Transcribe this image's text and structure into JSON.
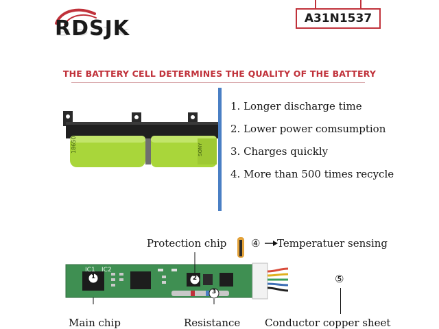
{
  "brand": {
    "name": "RDSJK"
  },
  "model": {
    "code": "A31N1537"
  },
  "headline": "THE BATTERY CELL DETERMINES THE QUALITY OF THE BATTERY",
  "features": [
    "1. Longer discharge time",
    "2. Lower power comsumption",
    "3. Charges quickly",
    "4. More than 500 times recycle"
  ],
  "board": {
    "labels": {
      "protection_chip": "Protection chip",
      "temperature_number": "④",
      "temperature": "Temperatuer sensing",
      "connector_number": "⑤",
      "main_chip": "Main chip",
      "resistance": "Resistance",
      "conductor": "Conductor copper sheet"
    },
    "silkscreen": {
      "ic1": "IC1",
      "ic2": "IC2"
    },
    "markers": [
      "1",
      "2",
      "3"
    ]
  },
  "colors": {
    "accent_red": "#c0313a",
    "divider_blue": "#4a7fc4",
    "pcb_green": "#3f8f52",
    "cell_green": "#a9d63a"
  }
}
